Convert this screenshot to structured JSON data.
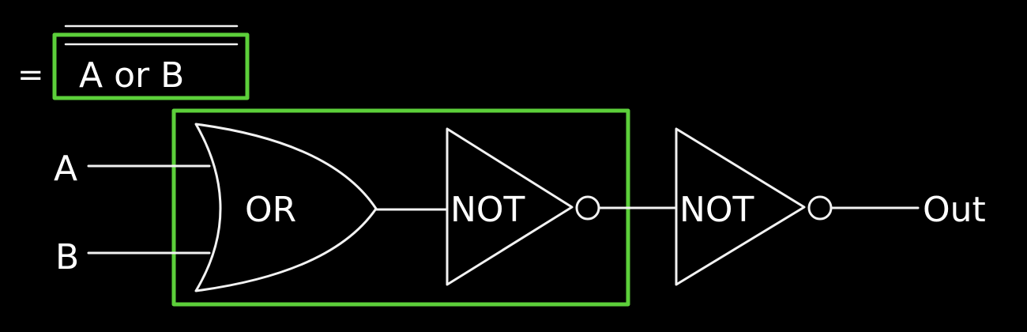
{
  "expression": {
    "equals": "=",
    "text": "A or B"
  },
  "inputs": {
    "a": "A",
    "b": "B"
  },
  "gates": {
    "or_label": "OR",
    "not1_label": "NOT",
    "not2_label": "NOT"
  },
  "output": {
    "label": "Out"
  },
  "colors": {
    "highlight": "#5ccf3a",
    "chalk": "#f2f2f2",
    "background": "#000000"
  }
}
